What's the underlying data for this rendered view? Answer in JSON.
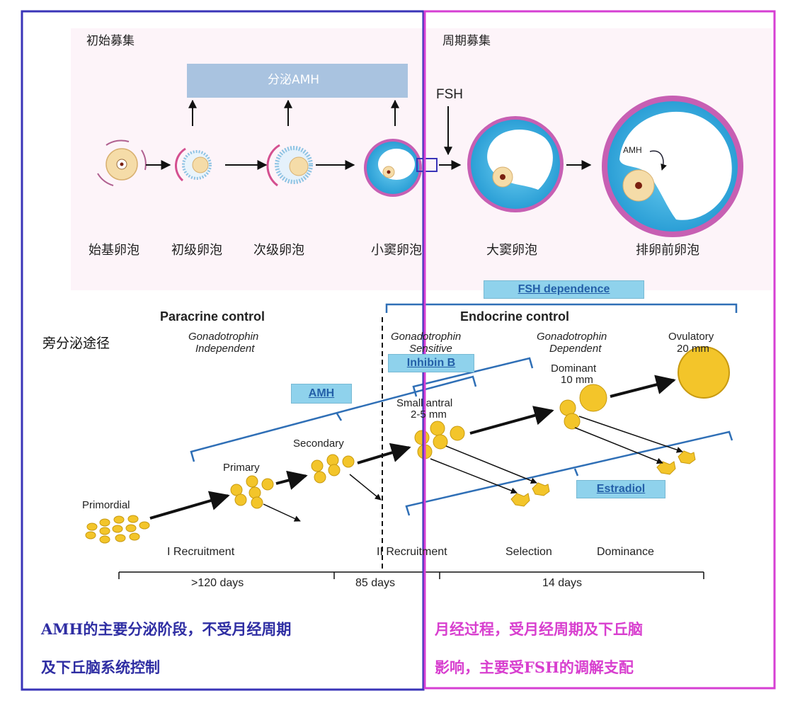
{
  "top": {
    "left_section_title": "初始募集",
    "right_section_title": "周期募集",
    "amh_banner": "分泌AMH",
    "fsh_label": "FSH",
    "follicle_labels": [
      "始基卵泡",
      "初级卵泡",
      "次级卵泡",
      "小窦卵泡",
      "大窦卵泡",
      "排卵前卵泡"
    ],
    "amh_inset": "AMH"
  },
  "lower": {
    "fsh_dependence": "FSH dependence",
    "paracrine_control": "Paracrine control",
    "endocrine_control": "Endocrine control",
    "paracrine_route": "旁分泌途径",
    "gonado_independent": [
      "Gonadotrophin",
      "Independent"
    ],
    "gonado_sensitive": [
      "Gonadotrophin",
      "Sensitive"
    ],
    "gonado_dependent": [
      "Gonadotrophin",
      "Dependent"
    ],
    "ovulatory": [
      "Ovulatory",
      "20 mm"
    ],
    "dominant": [
      "Dominant",
      "10 mm"
    ],
    "small_antral": [
      "Small antral",
      "2-5 mm"
    ],
    "inhibin_b": "Inhibin B",
    "amh_tag": "AMH",
    "estradiol_tag": "Estradiol",
    "stage_labels": [
      "Primordial",
      "Primary",
      "Secondary"
    ],
    "phase_labels": [
      "I Recruitment",
      "II Recruitment",
      "Selection",
      "Dominance"
    ],
    "durations": [
      ">120 days",
      "85 days",
      "14 days"
    ]
  },
  "captions": {
    "left_line1": "AMH的主要分泌阶段，不受月经周期",
    "left_line2": "及下丘脑系统控制",
    "right_line1": "月经过程，受月经周期及下丘脑",
    "right_line2": "影响，主要受FSH的调解支配"
  },
  "colors": {
    "left_frame": "#3a34b8",
    "right_frame": "#d63fd3",
    "caption_left": "#2f2ea3",
    "caption_right": "#d83fcf",
    "tag_fill": "#8fd2ec",
    "tag_text": "#235fa8",
    "bracket": "#2f6fb6",
    "follicle_yellow": "#f3c52a",
    "antrum_blue": "#3ab1e3"
  }
}
